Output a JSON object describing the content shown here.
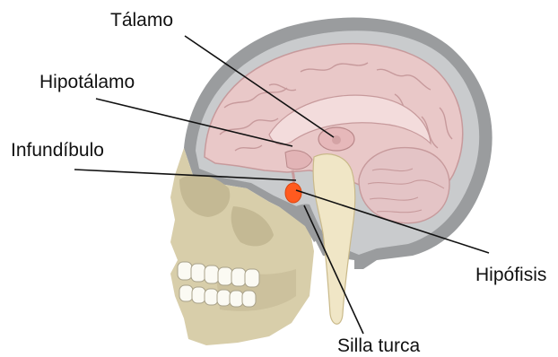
{
  "labels": {
    "thalamus": "Tálamo",
    "hypothalamus": "Hipotálamo",
    "infundibulum": "Infundíbulo",
    "pituitary": "Hipófisis",
    "sella_turcica": "Silla turca"
  },
  "colors": {
    "skull_outer": "#9a9c9e",
    "skull_inner": "#c9cbcd",
    "bone": "#d8ceaa",
    "bone_shadow": "#c4b994",
    "cortex": "#e9c8c8",
    "cortex_fold": "#c79a9c",
    "white_matter": "#f3dcdc",
    "cerebellum": "#e4c4c6",
    "brainstem": "#f0e6c6",
    "teeth": "#fbfaf3",
    "pituitary": "#ff5a1f",
    "ink": "#111111"
  }
}
